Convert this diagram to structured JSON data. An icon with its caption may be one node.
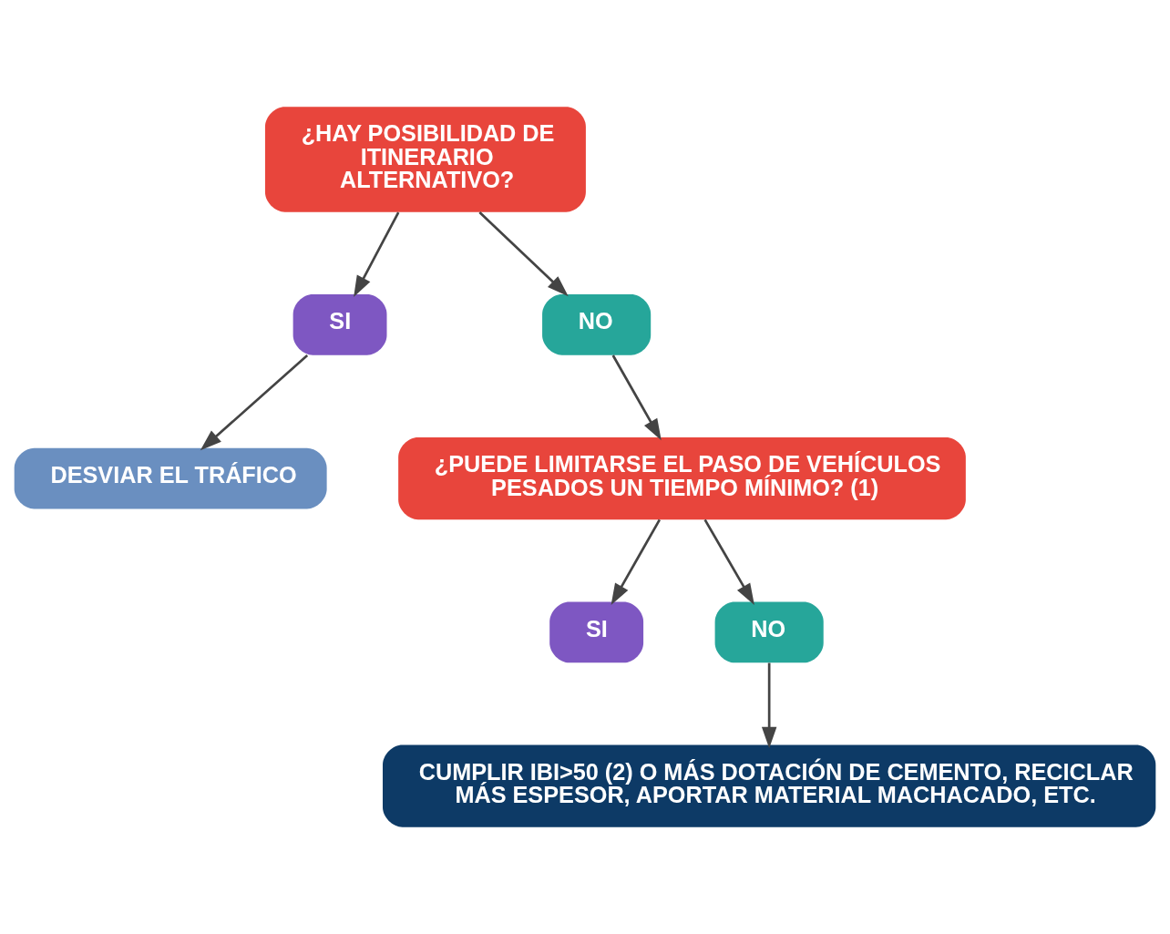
{
  "diagram": {
    "nodes": [
      {
        "text": [
          "¿HAY POSIBILIDAD DE ITINERARIO ALTERNATIVO?"
        ]
      },
      {
        "text": [
          "SI"
        ]
      },
      {
        "text": [
          "NO"
        ]
      },
      {
        "text": [
          "DESVIAR EL TRÁFICO"
        ]
      },
      {
        "text": [
          "¿PUEDE LIMITARSE EL PASO DE VEHÍCULOS PESADOS UN TIEMPO MÍNIMO? (1)"
        ]
      },
      {
        "text": [
          "SI"
        ]
      },
      {
        "text": [
          "NO"
        ]
      },
      {
        "text": [
          "CUMPLIR IBI>50 (2) O MÁS DOTACIÓN DE CEMENTO, RECICLAR MÁS ESPESOR, APORTAR MATERIAL MACHACADO, ETC."
        ]
      }
    ],
    "edges": [
      {
        "from": 0,
        "to": 1,
        "arrow": "to"
      },
      {
        "from": 0,
        "to": 2,
        "arrow": "to"
      },
      {
        "from": 1,
        "to": 3,
        "arrow": "to"
      },
      {
        "from": 2,
        "to": 4,
        "arrow": "to"
      },
      {
        "from": 4,
        "to": 5,
        "arrow": "to"
      },
      {
        "from": 4,
        "to": 6,
        "arrow": "to"
      },
      {
        "from": 6,
        "to": 7,
        "arrow": "to"
      }
    ]
  }
}
